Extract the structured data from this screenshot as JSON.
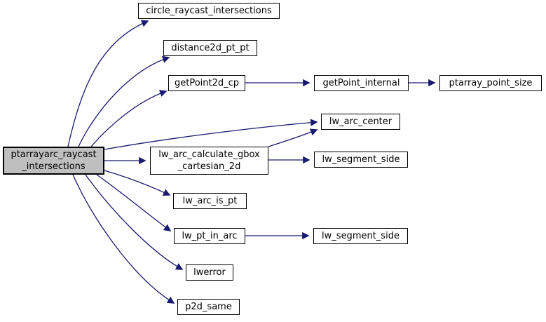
{
  "diagram": {
    "type": "call-graph",
    "background_color": "#ffffff",
    "edge_color": "#191970",
    "node_border_color": "#000000",
    "main_node_fill": "#bfbfbf",
    "node_fill": "#ffffff",
    "text_color": "#000000"
  },
  "nodes": {
    "main": {
      "label": "ptarrayarc_raycast",
      "label2": "_intersections"
    },
    "circle_raycast_intersections": {
      "label": "circle_raycast_intersections"
    },
    "distance2d_pt_pt": {
      "label": "distance2d_pt_pt"
    },
    "getPoint2d_cp": {
      "label": "getPoint2d_cp"
    },
    "getPoint_internal": {
      "label": "getPoint_internal"
    },
    "ptarray_point_size": {
      "label": "ptarray_point_size"
    },
    "lw_arc_center": {
      "label": "lw_arc_center"
    },
    "lw_arc_calculate_gbox_cartesian_2d": {
      "label": "lw_arc_calculate_gbox",
      "label2": "_cartesian_2d"
    },
    "lw_segment_side_1": {
      "label": "lw_segment_side"
    },
    "lw_arc_is_pt": {
      "label": "lw_arc_is_pt"
    },
    "lw_pt_in_arc": {
      "label": "lw_pt_in_arc"
    },
    "lw_segment_side_2": {
      "label": "lw_segment_side"
    },
    "lwerror": {
      "label": "lwerror"
    },
    "p2d_same": {
      "label": "p2d_same"
    }
  },
  "edges": [
    {
      "from": "ptarrayarc_raycast_intersections",
      "to": "circle_raycast_intersections"
    },
    {
      "from": "ptarrayarc_raycast_intersections",
      "to": "distance2d_pt_pt"
    },
    {
      "from": "ptarrayarc_raycast_intersections",
      "to": "getPoint2d_cp"
    },
    {
      "from": "ptarrayarc_raycast_intersections",
      "to": "lw_arc_center"
    },
    {
      "from": "ptarrayarc_raycast_intersections",
      "to": "lw_arc_calculate_gbox_cartesian_2d"
    },
    {
      "from": "ptarrayarc_raycast_intersections",
      "to": "lw_arc_is_pt"
    },
    {
      "from": "ptarrayarc_raycast_intersections",
      "to": "lw_pt_in_arc"
    },
    {
      "from": "ptarrayarc_raycast_intersections",
      "to": "lwerror"
    },
    {
      "from": "ptarrayarc_raycast_intersections",
      "to": "p2d_same"
    },
    {
      "from": "getPoint2d_cp",
      "to": "getPoint_internal"
    },
    {
      "from": "getPoint_internal",
      "to": "ptarray_point_size"
    },
    {
      "from": "lw_arc_calculate_gbox_cartesian_2d",
      "to": "lw_arc_center"
    },
    {
      "from": "lw_arc_calculate_gbox_cartesian_2d",
      "to": "lw_segment_side_1"
    },
    {
      "from": "lw_pt_in_arc",
      "to": "lw_segment_side_2"
    }
  ]
}
